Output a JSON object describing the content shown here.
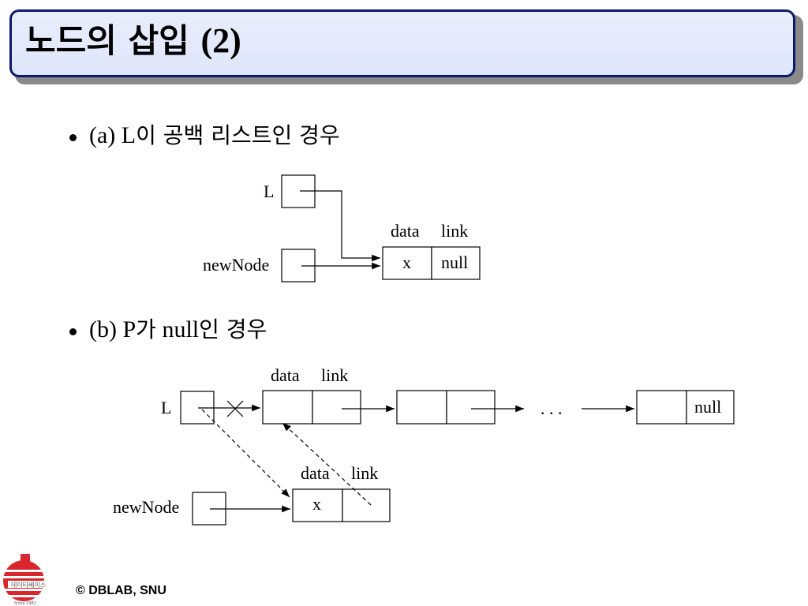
{
  "title": {
    "main": "노드의 삽입",
    "suffix": "(2)"
  },
  "bullets": [
    {
      "prefix": "(a) L",
      "rest": "이 공백 리스트인 경우"
    },
    {
      "prefix": "(b) P",
      "rest_hangul_1": "가",
      "mid": " null",
      "rest_hangul_2": "인 경우"
    }
  ],
  "diagram_a": {
    "pointer_label": "L",
    "newnode_label": "newNode",
    "field_data": "data",
    "field_link": "link",
    "node_data": "x",
    "node_link": "null"
  },
  "diagram_b": {
    "pointer_label": "L",
    "newnode_label": "newNode",
    "field_data": "data",
    "field_link": "link",
    "ellipsis": ". . .",
    "last_link": "null",
    "new_field_data": "data",
    "new_field_link": "link",
    "new_node_data": "x"
  },
  "footer": {
    "copyright": "© DBLAB, SNU",
    "logo_text": "데이타베이스",
    "logo_since": "Since 1982"
  },
  "colors": {
    "title_border": "#0a1a6e",
    "title_bg": "#e4eafb",
    "logo_red": "#d8262c"
  }
}
